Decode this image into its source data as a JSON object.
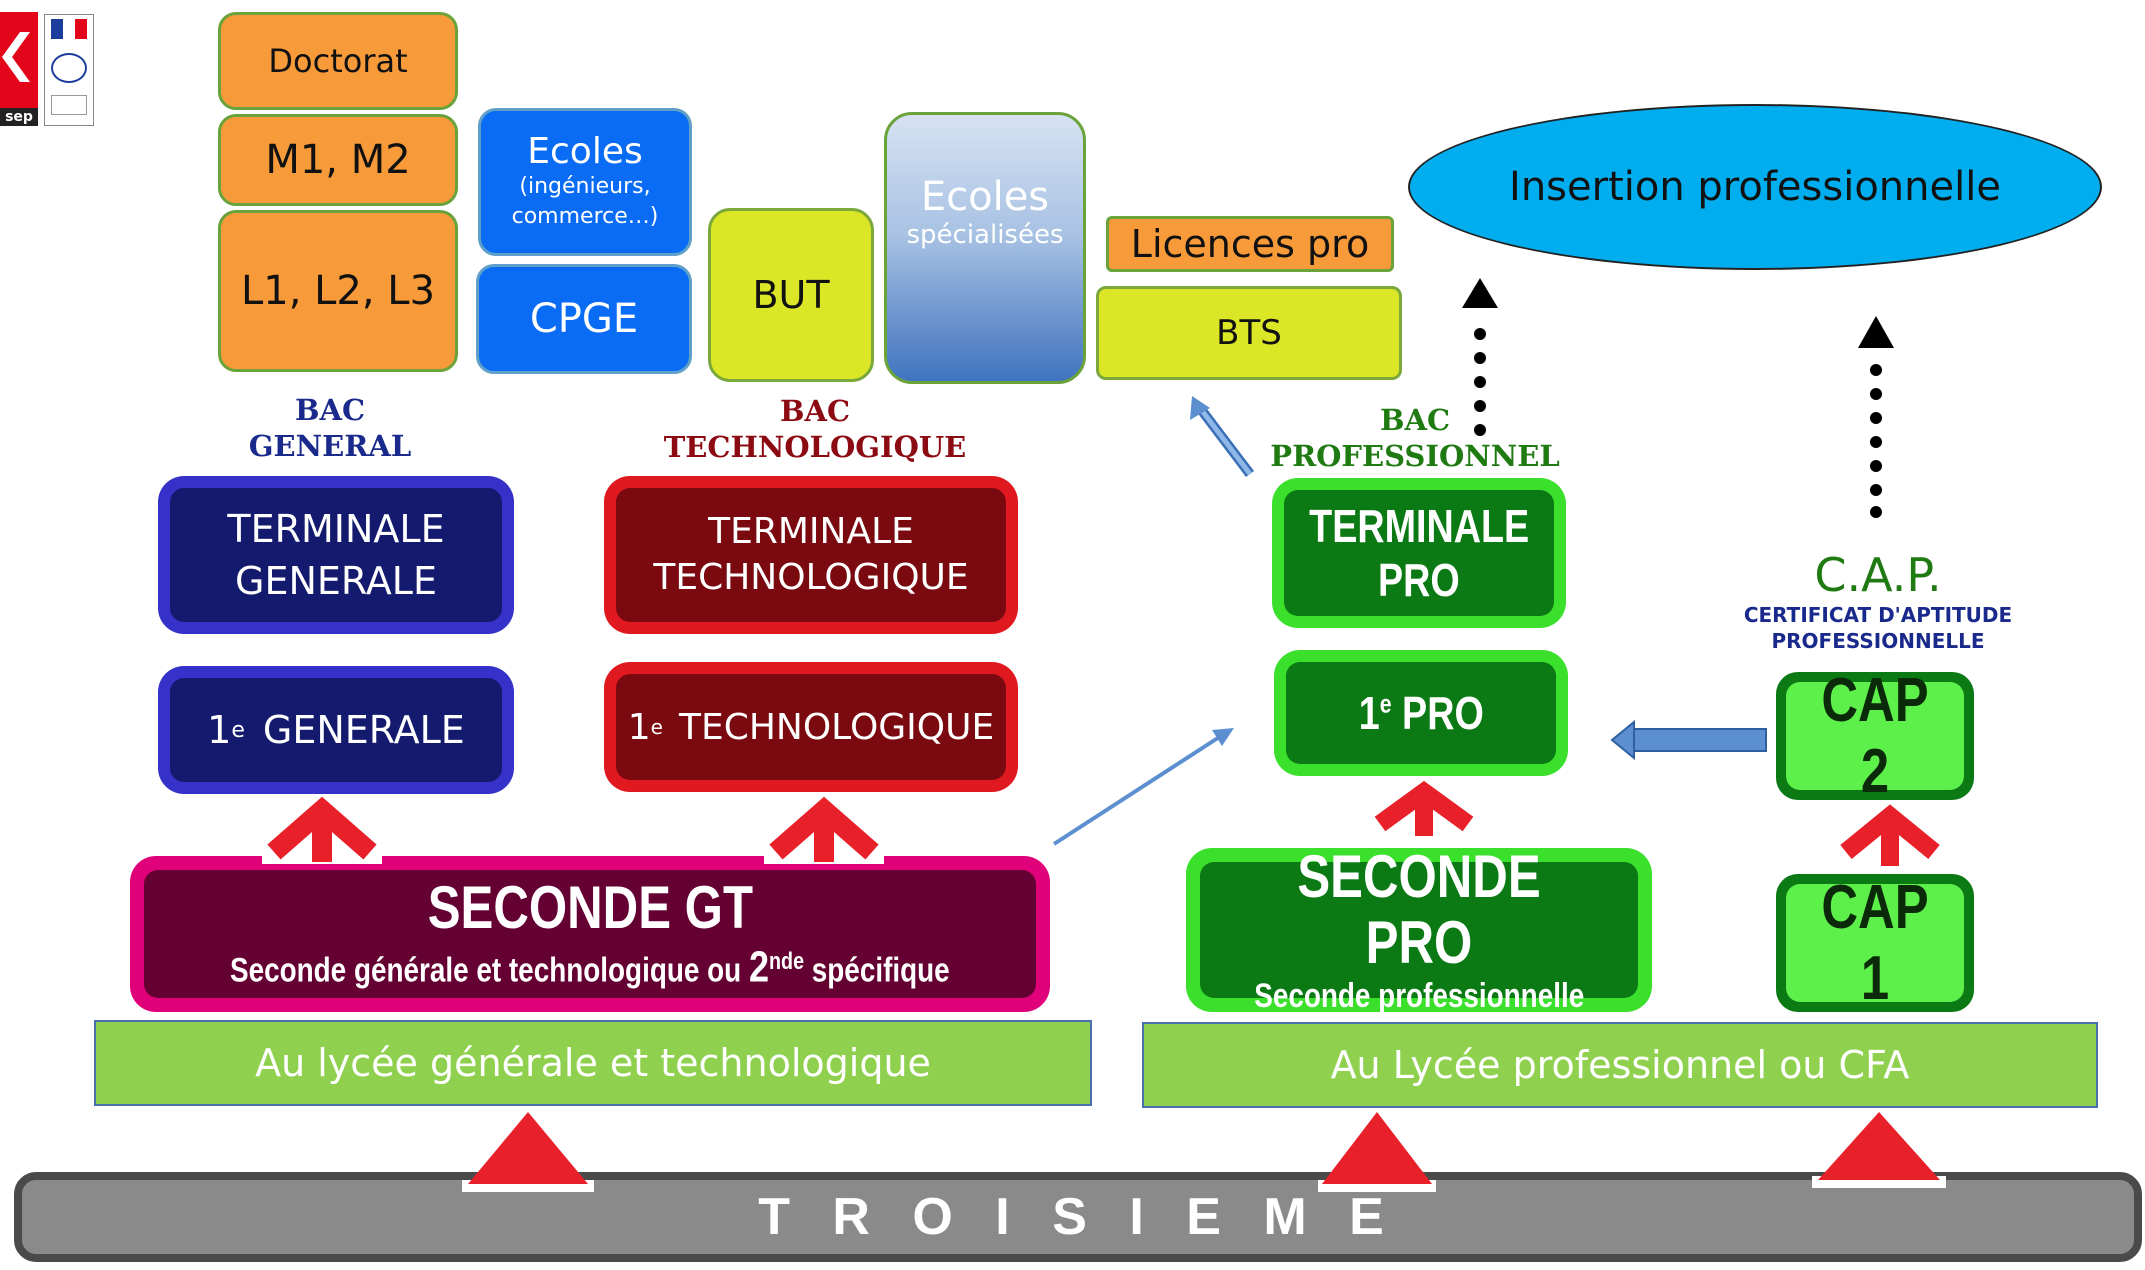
{
  "higher_ed": {
    "doctorat": "Doctorat",
    "master": "M1, M2",
    "licence": "L1, L2, L3",
    "ecoles_ing_title": "Ecoles",
    "ecoles_ing_sub": "(ingénieurs, commerce…)",
    "cpge": "CPGE",
    "but": "BUT",
    "ecoles_spec_title": "Ecoles",
    "ecoles_spec_sub": "spécialisées",
    "licences_pro": "Licences pro",
    "bts": "BTS"
  },
  "insertion": "Insertion professionnelle",
  "bac_headings": {
    "general_l1": "BAC",
    "general_l2": "GENERAL",
    "techno_l1": "BAC",
    "techno_l2": "TECHNOLOGIQUE",
    "pro_l1": "BAC",
    "pro_l2": "PROFESSIONNEL"
  },
  "general_track": {
    "terminale_l1": "TERMINALE",
    "terminale_l2": "GENERALE",
    "premiere_num": "1",
    "premiere_sup": "e",
    "premiere_label": "GENERALE"
  },
  "techno_track": {
    "terminale_l1": "TERMINALE",
    "terminale_l2": "TECHNOLOGIQUE",
    "premiere_num": "1",
    "premiere_sup": "e",
    "premiere_label": "TECHNOLOGIQUE"
  },
  "seconde_gt": {
    "title": "SECONDE  GT",
    "sub_before": "Seconde générale et technologique ou ",
    "sub_num": "2",
    "sub_sup": "nde",
    "sub_after": " spécifique"
  },
  "pro_track": {
    "terminale_l1": "TERMINALE",
    "terminale_l2": "PRO",
    "premiere_num": "1",
    "premiere_sup": "e",
    "premiere_label": " PRO",
    "seconde_title": "SECONDE PRO",
    "seconde_sub": "Seconde professionnelle"
  },
  "cap": {
    "title": "C.A.P.",
    "sub_l1": "CERTIFICAT D'APTITUDE",
    "sub_l2": "PROFESSIONNELLE",
    "cap2": "CAP 2",
    "cap1": "CAP 1"
  },
  "bars": {
    "gt": "Au lycée générale et technologique",
    "pro": "Au Lycée professionnel ou CFA"
  },
  "troisieme": "T R O I S I E M E",
  "logo": {
    "text": "sep"
  },
  "colors": {
    "arrow_red": "#e8202a",
    "arrow_blue": "#5b8fd0",
    "insertion_fill": "#00aeef"
  }
}
